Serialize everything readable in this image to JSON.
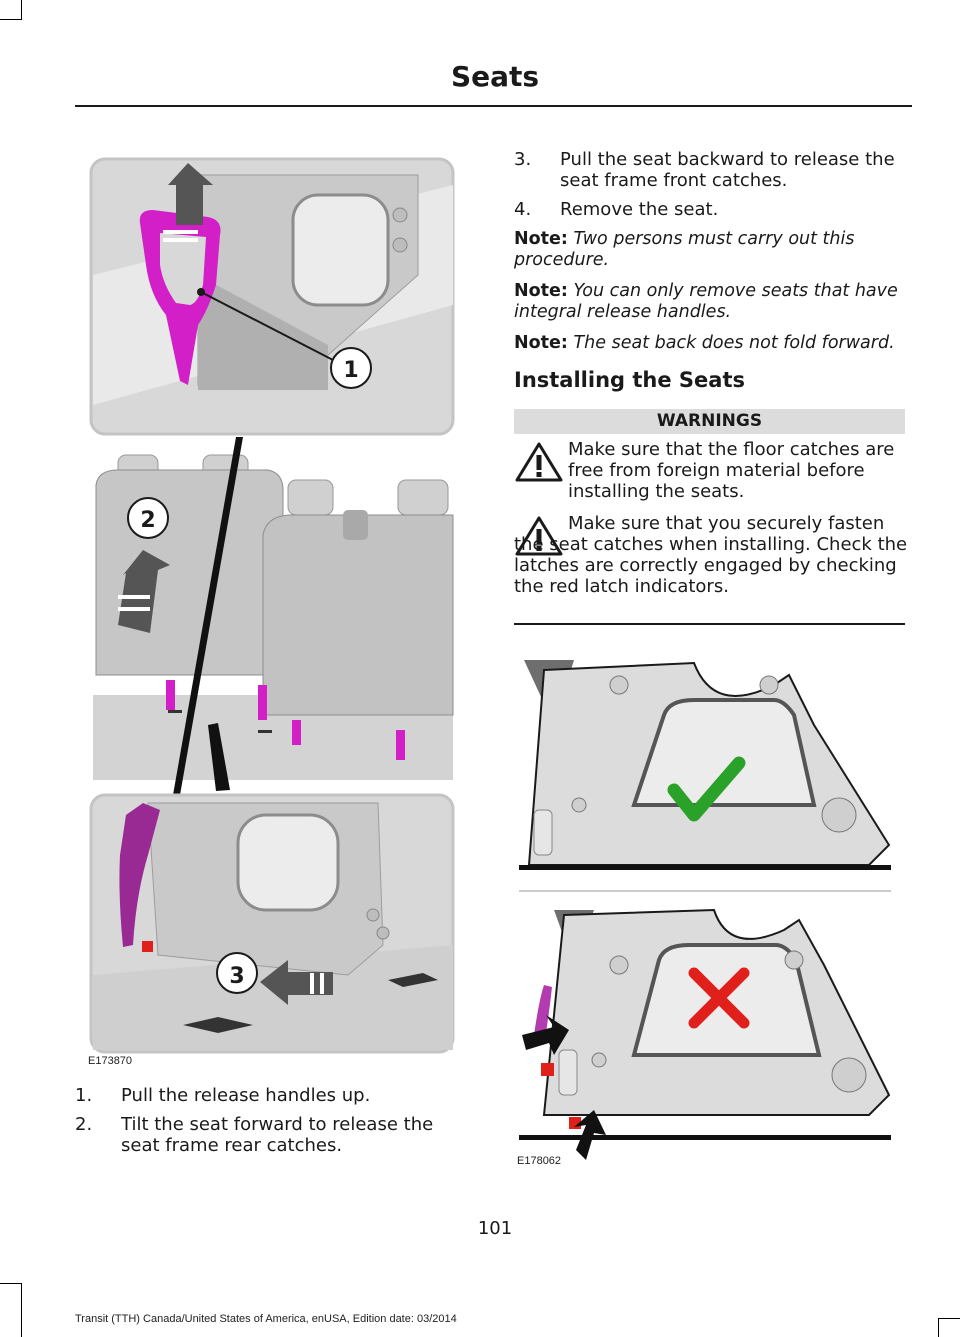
{
  "header": {
    "title": "Seats"
  },
  "figures": {
    "left": {
      "code": "E173870",
      "callouts": [
        "1",
        "2",
        "3"
      ]
    },
    "right": {
      "code": "E178062"
    }
  },
  "left_steps": [
    {
      "num": "1.",
      "text": "Pull the release handles up."
    },
    {
      "num": "2.",
      "text": "Tilt the seat forward to release the seat frame rear catches."
    }
  ],
  "right_steps": [
    {
      "num": "3.",
      "text": "Pull the seat backward to release the seat frame front catches."
    },
    {
      "num": "4.",
      "text": "Remove the seat."
    }
  ],
  "notes": [
    {
      "label": "Note:",
      "text": "Two persons must carry out this procedure."
    },
    {
      "label": "Note:",
      "text": "You can only remove seats that have integral release handles."
    },
    {
      "label": "Note:",
      "text": "The seat back does not fold forward."
    }
  ],
  "section": {
    "title": "Installing the Seats"
  },
  "warnings": {
    "heading": "WARNINGS",
    "items": [
      "Make sure that the floor catches are free from foreign material before installing the seats.",
      "Make sure that you securely fasten the seat catches when installing. Check the latches are correctly engaged by checking the red latch indicators."
    ]
  },
  "page_number": "101",
  "footer": "Transit (TTH) Canada/United States of America, enUSA, Edition date: 03/2014",
  "colors": {
    "magenta": "#d21fc8",
    "green": "#2aa22a",
    "red": "#e0201b",
    "panel_gray": "#d9d9d9"
  }
}
